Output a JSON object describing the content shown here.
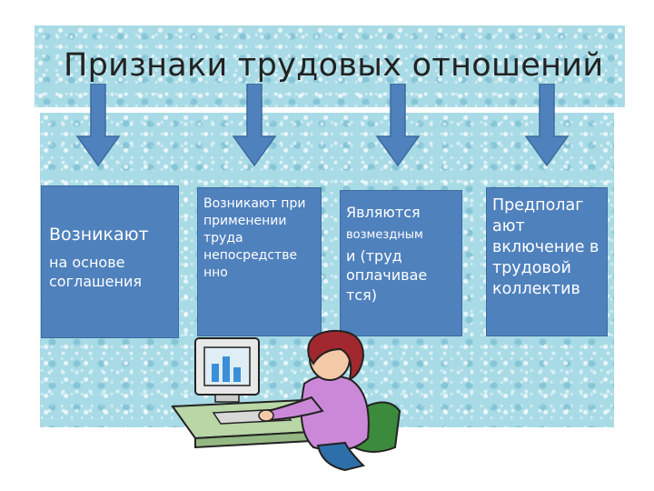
{
  "title": "Признаки трудовых отношений",
  "boxes": [
    {
      "line1": "Возникают",
      "line2": "на основе соглашения"
    },
    {
      "text": "Возникают при применении труда непосредстве нно"
    },
    {
      "line1": "Являются",
      "line2": "возмездным",
      "line3": "и (труд оплачивае тся)"
    },
    {
      "text": "Предполаг ают включение в трудовой коллектив"
    }
  ],
  "colors": {
    "box": "#4f81bd",
    "arrow": "#4f81bd",
    "background": "#a9dbe6"
  },
  "illustration": "woman-at-computer"
}
